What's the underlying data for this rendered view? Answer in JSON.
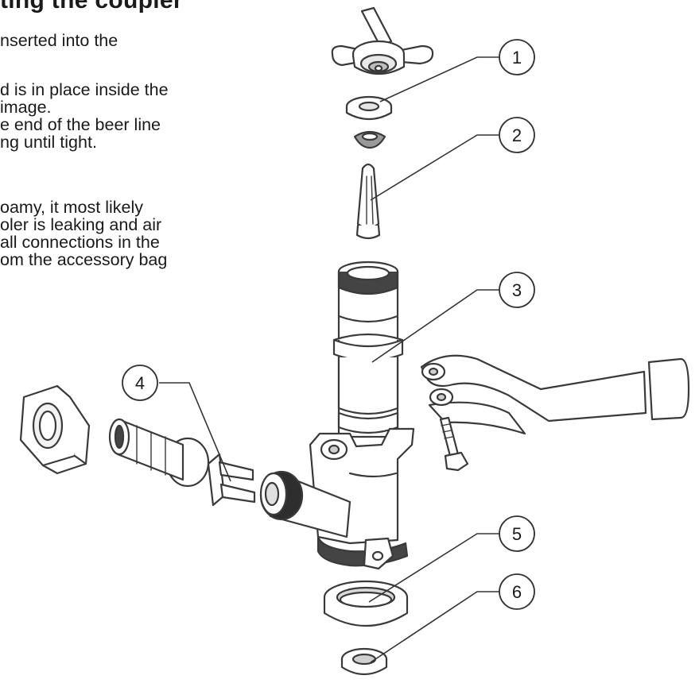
{
  "heading": "ting the coupler",
  "paragraphs": [
    "nserted into the",
    "d is in place inside the\nimage.\ne end of the beer line\nng until tight.",
    "oamy, it most likely\noler is leaking and air\nall connections in the\nom the accessory bag"
  ],
  "callouts": [
    "1",
    "2",
    "3",
    "4",
    "5",
    "6"
  ],
  "colors": {
    "line": "#3a3a3a",
    "fill": "#ffffff",
    "shade": "#c8c8c8",
    "dark": "#555555"
  }
}
